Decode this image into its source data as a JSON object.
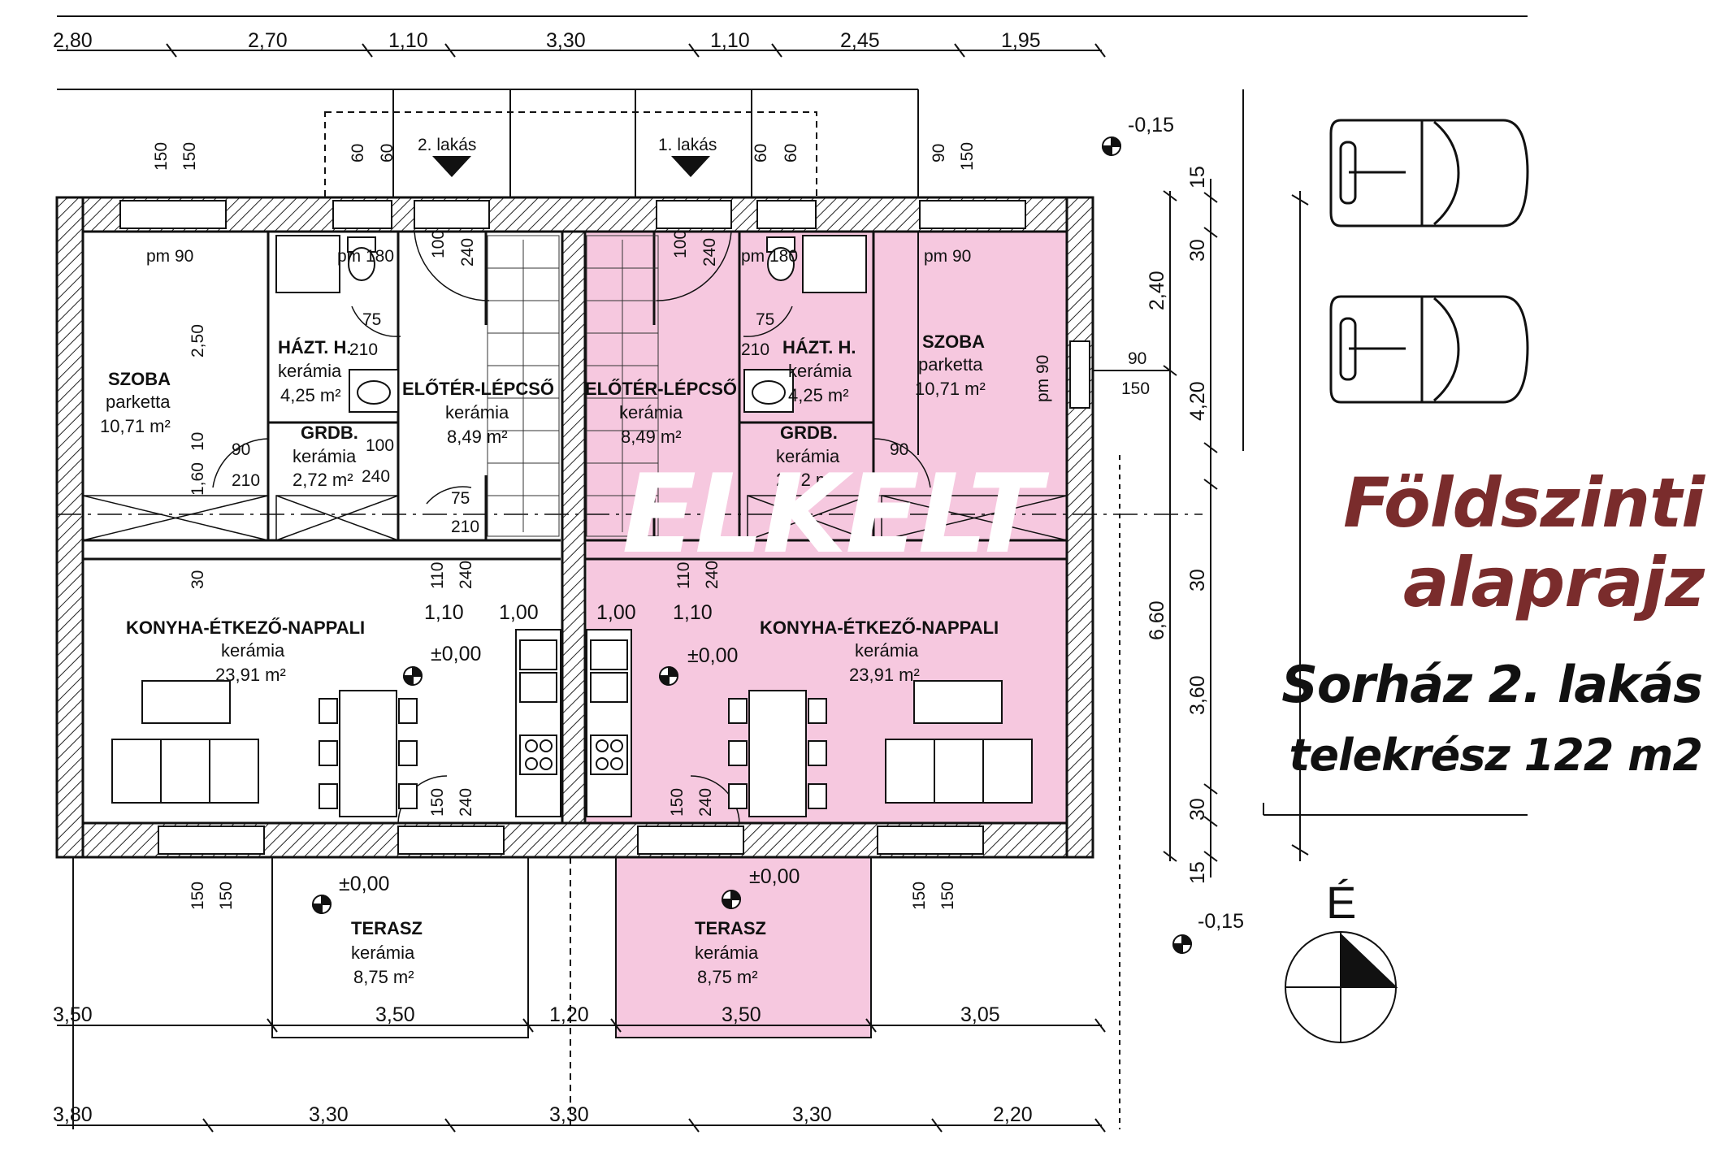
{
  "headline": {
    "line1": "Földszinti",
    "line2": "alaprajz",
    "subtitle": "Sorház 2. lakás",
    "plot": "telekrész 122 m2"
  },
  "stamp": "ELKELT",
  "north": "É",
  "entrances": {
    "left": "2. lakás",
    "right": "1. lakás"
  },
  "levels": {
    "zero": "±0,00",
    "minus": "-0,15"
  },
  "units": {
    "left": {
      "room": {
        "name": "SZOBA",
        "floor": "parketta",
        "area": "10,71 m²"
      },
      "bath": {
        "name": "HÁZT. H.",
        "floor": "kerámia",
        "area": "4,25 m²"
      },
      "hall": {
        "name": "ELŐTÉR-LÉPCSŐ",
        "floor": "kerámia",
        "area": "8,49 m²"
      },
      "storage": {
        "name": "GRDB.",
        "floor": "kerámia",
        "area": "2,72 m²"
      },
      "living": {
        "name": "KONYHA-ÉTKEZŐ-NAPPALI",
        "floor": "kerámia",
        "area": "23,91 m²"
      },
      "terrace": {
        "name": "TERASZ",
        "floor": "kerámia",
        "area": "8,75 m²"
      }
    },
    "right": {
      "room": {
        "name": "SZOBA",
        "floor": "parketta",
        "area": "10,71 m²"
      },
      "bath": {
        "name": "HÁZT. H.",
        "floor": "kerámia",
        "area": "4,25 m²"
      },
      "hall": {
        "name": "ELŐTÉR-LÉPCSŐ",
        "floor": "kerámia",
        "area": "8,49 m²"
      },
      "storage": {
        "name": "GRDB.",
        "floor": "kerámia",
        "area": "2,72 m²"
      },
      "living": {
        "name": "KONYHA-ÉTKEZŐ-NAPPALI",
        "floor": "kerámia",
        "area": "23,91 m²"
      },
      "terrace": {
        "name": "TERASZ",
        "floor": "kerámia",
        "area": "8,75 m²"
      }
    }
  },
  "window_notes": [
    "pm 90",
    "pm 180",
    "pm 180",
    "pm 90",
    "pm 90"
  ],
  "dims": {
    "top": [
      "2,80",
      "2,70",
      "1,10",
      "3,30",
      "1,10",
      "2,45",
      "1,95"
    ],
    "terrace": [
      "3,50",
      "3,50",
      "1,20",
      "3,50",
      "3,05"
    ],
    "bottom": [
      "3,80",
      "3,30",
      "3,30",
      "3,30",
      "2,20"
    ],
    "right_outer": [
      "15",
      "30",
      "4,20",
      "30",
      "3,60",
      "30",
      "15"
    ],
    "right_inner": [
      "2,40",
      "6,60"
    ],
    "openings": [
      "150",
      "150",
      "60",
      "60",
      "60",
      "60",
      "90",
      "150",
      "100",
      "240",
      "100",
      "240",
      "75",
      "210",
      "75",
      "210",
      "90",
      "210",
      "100",
      "240",
      "90",
      "75",
      "210",
      "110",
      "240",
      "110",
      "240",
      "1,10",
      "1,00",
      "1,00",
      "1,10",
      "150",
      "240",
      "150",
      "240",
      "150",
      "150",
      "150",
      "150",
      "90",
      "150",
      "2,50",
      "10",
      "1,60",
      "30"
    ]
  }
}
